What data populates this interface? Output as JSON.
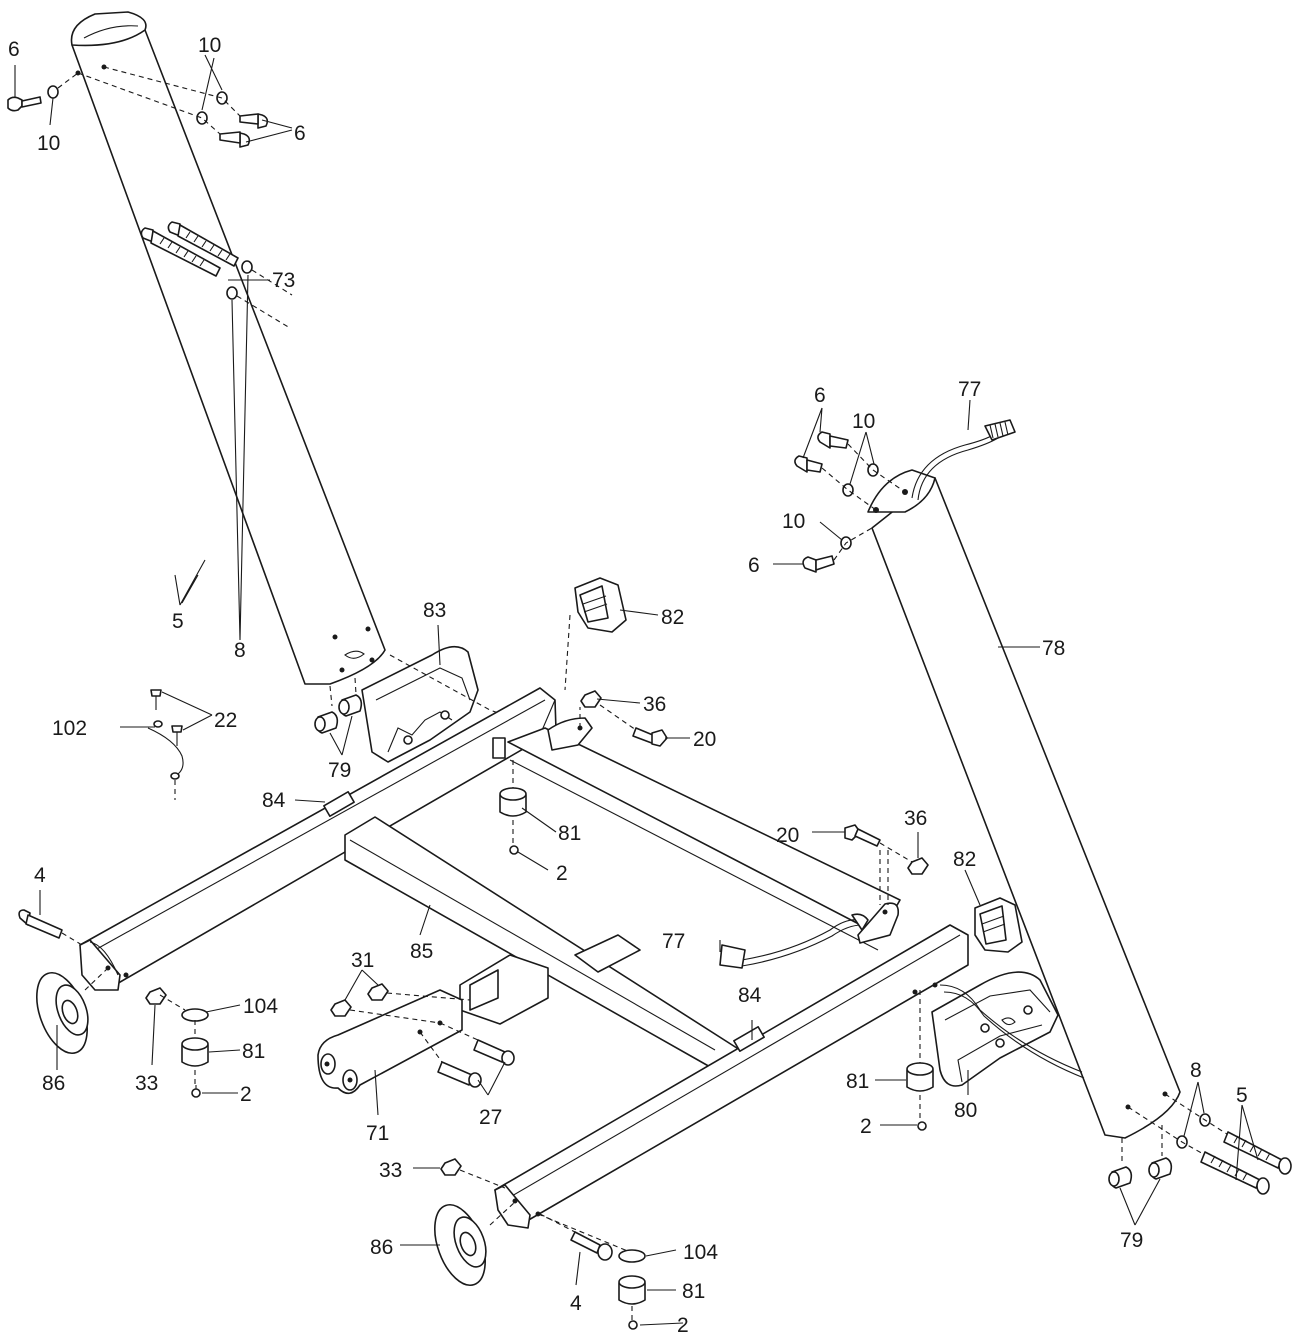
{
  "callouts": {
    "c_6_tl": "6",
    "c_10_tl": "10",
    "c_10_top": "10",
    "c_6_top": "6",
    "c_73": "73",
    "c_5_left": "5",
    "c_8_left": "8",
    "c_83": "83",
    "c_82_top": "82",
    "c_36_top": "36",
    "c_20_top": "20",
    "c_102": "102",
    "c_22": "22",
    "c_79_left": "79",
    "c_84_left": "84",
    "c_81_center": "81",
    "c_2_center": "2",
    "c_4_left": "4",
    "c_85": "85",
    "c_31": "31",
    "c_104_left": "104",
    "c_81_left": "81",
    "c_33_left": "33",
    "c_86_left": "86",
    "c_2_left": "2",
    "c_71": "71",
    "c_27": "27",
    "c_77_mid": "77",
    "c_84_right": "84",
    "c_20_mid": "20",
    "c_36_mid": "36",
    "c_82_right": "82",
    "c_80": "80",
    "c_81_right": "81",
    "c_2_right": "2",
    "c_33_bottom": "33",
    "c_86_bottom": "86",
    "c_4_bottom": "4",
    "c_104_bottom": "104",
    "c_81_bottom": "81",
    "c_2_bottom": "2",
    "c_6_r1": "6",
    "c_10_r1": "10",
    "c_77_top": "77",
    "c_10_r2": "10",
    "c_6_r2": "6",
    "c_78": "78",
    "c_8_right": "8",
    "c_5_right": "5",
    "c_79_right": "79"
  }
}
